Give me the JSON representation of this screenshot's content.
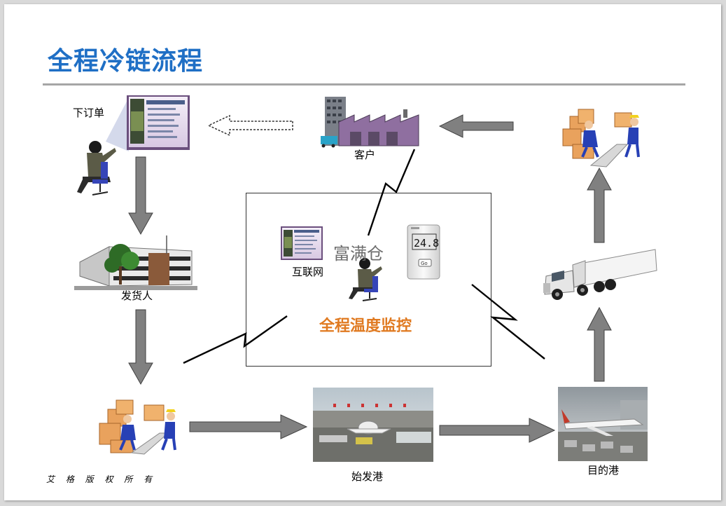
{
  "title": "全程冷链流程",
  "nodes": {
    "order": "下订单",
    "customer": "客户",
    "shipper": "发货人",
    "origin_port": "始发港",
    "destination_port": "目的港",
    "internet": "互联网",
    "warehouse": "富满仓",
    "monitoring": "全程温度监控"
  },
  "device": {
    "reading": "24.8",
    "button": "Go"
  },
  "footer": {
    "copyright": "艾 格 版 权 所 有"
  },
  "colors": {
    "title": "#1f6fc5",
    "monitoring": "#e07a21",
    "arrow_fill": "#808080",
    "arrow_stroke": "#404040"
  }
}
